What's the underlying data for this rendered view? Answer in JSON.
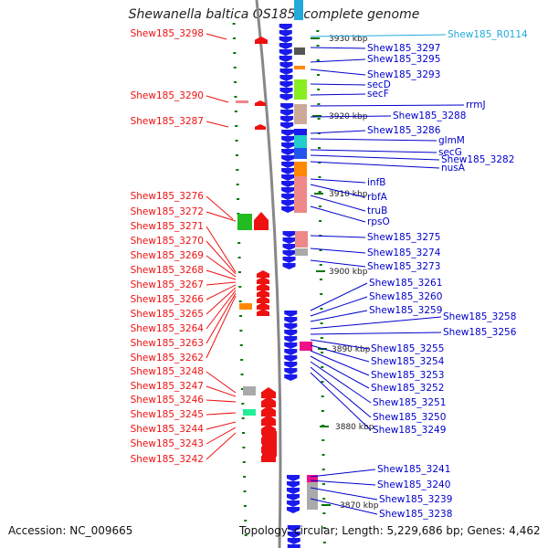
{
  "title": "Shewanella baltica OS185, complete genome",
  "accession": "Accession: NC_009665",
  "topology": "Topology: circular; Length: 5,229,686 bp; Genes: 4,462",
  "ticks": [
    "3930 kbp",
    "3920 kbp",
    "3910 kbp",
    "3900 kbp",
    "3890 kbp",
    "3880 kbp",
    "3870 kbp"
  ],
  "left_labels": [
    "Shew185_3298",
    "Shew185_3290",
    "Shew185_3287",
    "Shew185_3276",
    "Shew185_3272",
    "Shew185_3271",
    "Shew185_3270",
    "Shew185_3269",
    "Shew185_3268",
    "Shew185_3267",
    "Shew185_3266",
    "Shew185_3265",
    "Shew185_3264",
    "Shew185_3263",
    "Shew185_3262",
    "Shew185_3248",
    "Shew185_3247",
    "Shew185_3246",
    "Shew185_3245",
    "Shew185_3244",
    "Shew185_3243",
    "Shew185_3242"
  ],
  "right_labels": [
    "Shew185_R0114",
    "Shew185_3297",
    "Shew185_3295",
    "Shew185_3293",
    "secD",
    "secF",
    "rrmJ",
    "Shew185_3288",
    "Shew185_3286",
    "glmM",
    "secG",
    "Shew185_3282",
    "nusA",
    "infB",
    "rbfA",
    "truB",
    "rpsO",
    "Shew185_3275",
    "Shew185_3274",
    "Shew185_3273",
    "Shew185_3261",
    "Shew185_3260",
    "Shew185_3259",
    "Shew185_3258",
    "Shew185_3256",
    "Shew185_3255",
    "Shew185_3254",
    "Shew185_3253",
    "Shew185_3252",
    "Shew185_3251",
    "Shew185_3250",
    "Shew185_3249",
    "Shew185_3241",
    "Shew185_3240",
    "Shew185_3239",
    "Shew185_3238"
  ],
  "colors": {
    "left_strand": "#ee1111",
    "right_strand": "#0000cc",
    "rna": "#22aadd",
    "backbone": "#888888",
    "tick": "#007700"
  }
}
